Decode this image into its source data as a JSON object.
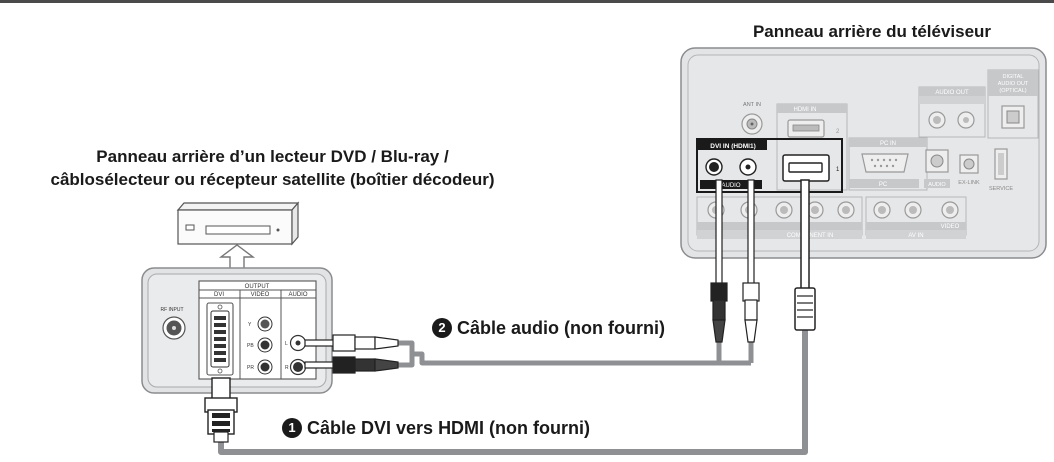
{
  "title_tv": "Panneau arrière du téléviseur",
  "title_source_line1": "Panneau arrière d’un lecteur DVD / Blu-ray /",
  "title_source_line2": "câblosélecteur ou récepteur satellite (boîtier décodeur)",
  "cable1": {
    "num": "1",
    "label": "Câble DVI vers HDMI (non fourni)"
  },
  "cable2": {
    "num": "2",
    "label": "Câble audio (non fourni)"
  },
  "source_panel": {
    "output": "OUTPUT",
    "dvi": "DVI",
    "video": "VIDEO",
    "audio": "AUDIO",
    "rf_input": "RF INPUT",
    "y": "Y",
    "pb": "PB",
    "pr": "PR",
    "l": "L",
    "r": "R"
  },
  "tv_panel": {
    "ant_in": "ANT IN",
    "hdmi_in": "HDMI IN",
    "dvi_in": "DVI IN (HDMI1)",
    "audio": "AUDIO",
    "pc_in": "PC IN",
    "pc": "PC",
    "audio_out": "AUDIO OUT",
    "digital_audio_out_1": "DIGITAL",
    "digital_audio_out_2": "AUDIO OUT",
    "digital_audio_out_3": "(OPTICAL)",
    "ex_link": "EX-LINK",
    "service": "SERVICE",
    "component_in": "COMPONENT IN",
    "av_in": "AV IN",
    "video": "VIDEO",
    "hdmi_num_2": "2",
    "hdmi_num_1": "1"
  },
  "colors": {
    "panel_bg": "#e3e4e5",
    "panel_border": "#8a8c8e",
    "cable": "#8e9093",
    "jack_dark": "#2e2e2e"
  }
}
